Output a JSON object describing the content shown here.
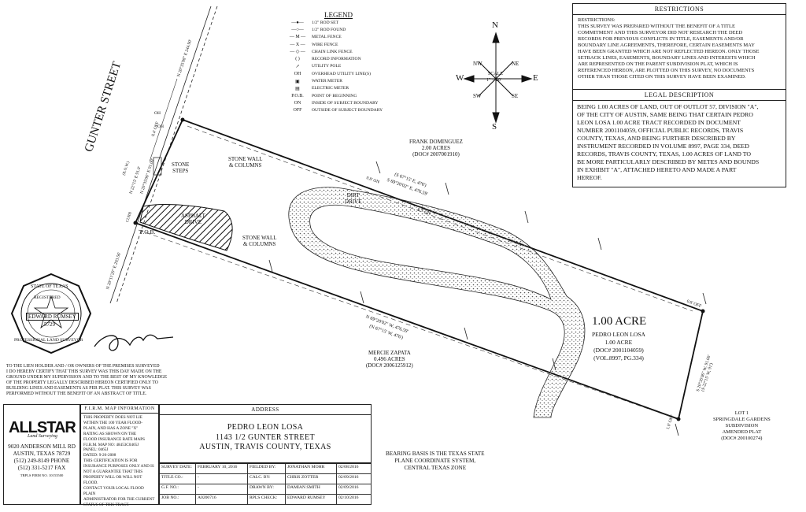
{
  "legend": {
    "title": "LEGEND",
    "items": [
      {
        "symbol": "—●—",
        "text": "1/2\" ROD SET"
      },
      {
        "symbol": "—○—",
        "text": "1/2\" ROD FOUND"
      },
      {
        "symbol": "— M —",
        "text": "METAL FENCE"
      },
      {
        "symbol": "— X —",
        "text": "WIRE FENCE"
      },
      {
        "symbol": "— ◇ —",
        "text": "CHAIN LINK FENCE"
      },
      {
        "symbol": "( )",
        "text": "RECORD INFORMATION"
      },
      {
        "symbol": "↗",
        "text": "UTILITY POLE"
      },
      {
        "symbol": "OH",
        "text": "OVERHEAD UTILITY LINE(S)"
      },
      {
        "symbol": "▣",
        "text": "WATER METER"
      },
      {
        "symbol": "▤",
        "text": "ELECTRIC METER"
      },
      {
        "symbol": "P.O.B.",
        "text": "POINT OF BEGINNING"
      },
      {
        "symbol": "ON",
        "text": "INSIDE OF SUBJECT BOUNDARY"
      },
      {
        "symbol": "OFF",
        "text": "OUTSIDE OF SUBJECT BOUNDARY"
      }
    ]
  },
  "compass": {
    "n": "N",
    "s": "S",
    "e": "E",
    "w": "W",
    "ne": "NE",
    "nw": "NW",
    "se": "SE",
    "sw": "SW",
    "scale_label": "SCALE",
    "scale_value": "1\" = 20'"
  },
  "restrictions": {
    "title": "RESTRICTIONS",
    "lines": [
      "RESTRICTIONS:",
      "THIS SURVEY WAS PREPARED WITHOUT THE BENEFIT OF A TITLE",
      "COMMITMENT AND THIS SURVEYOR DID NOT RESEARCH THE DEED",
      "RECORDS FOR PREVIOUS CONFLICTS IN TITLE, EASEMENTS AND/OR",
      "BOUNDARY LINE AGREEMENTS, THEREFORE, CERTAIN EASEMENTS MAY",
      "HAVE BEEN GRANTED WHICH ARE NOT REFLECTED HEREON.  ONLY THOSE",
      "SETBACK LINES, EASEMENTS, BOUNDARY LINES AND INTERESTS WHICH",
      "ARE REPRESENTED ON THE PARENT SUBDIVISION PLAT, WHICH IS",
      "REFERENCED HEREON, ARE PLOTTED ON THIS SURVEY, NO DOCUMENTS",
      "OTHER THAN THOSE CITED ON THIS SURVEY HAVE BEEN EXAMINED."
    ]
  },
  "legal": {
    "title": "LEGAL DESCRIPTION",
    "lines": [
      "BEING 1.00 ACRES OF LAND, OUT OF OUTLOT 57, DIVISION \"A\",",
      "OF THE CITY OF AUSTIN, SAME BEING THAT CERTAIN PEDRO",
      "LEON LOSA 1.00 ACRE TRACT RECORDED IN DOCUMENT",
      "NUMBER 2001104059, OFFICIAL PUBLIC RECORDS, TRAVIS",
      "COUNTY, TEXAS, AND BEING FURTHER DESCRIBED BY",
      "INSTRUMENT RECORDED IN VOLUME 8997, PAGE 334, DEED",
      "RECORDS, TRAVIS COUNTY, TEXAS, 1.00 ACRES OF LAND TO",
      "BE MORE PARTICULARLY DESCRIBED BY METES AND BOUNDS",
      "IN EXHIBIT \"A\", ATTACHED HERETO AND MADE A PART",
      "HEREOF."
    ]
  },
  "map": {
    "street": "GUNTER STREET",
    "row": "(R.O.W.)",
    "brg_top": "N 20°35'08\" E 244.90'",
    "brg_left1": "N 22°15' E 91.0'",
    "brg_left2": "N 20°35'06\" E 91.00'",
    "brg_low": "N 20°11'29\" E 203.56'",
    "curb": "CURB",
    "pob": "P.O.B.",
    "stone_steps": [
      "STONE",
      "STEPS"
    ],
    "asphalt": [
      "ASPHALT",
      "DRIVE"
    ],
    "stone_wall_top": [
      "STONE WALL",
      "& COLUMNS"
    ],
    "stone_wall_mid": [
      "STONE WALL",
      "& COLUMNS"
    ],
    "dirt_drive": [
      "DIRT",
      "DRIVE"
    ],
    "north_brg1": "(S 67°15' E, 476')",
    "north_brg2": "S 69°20'02\" E, 476.59'",
    "south_brg1": "N 69°20'02\" W, 476.59'",
    "south_brg2": "(N 67°15' W, 476')",
    "frank": [
      "FRANK DOMINGUEZ",
      "2.00 ACRES",
      "(DOC# 2007001910)"
    ],
    "mercie": [
      "MERCIE ZAPATA",
      "0.496 ACRES",
      "(DOC# 2006125912)"
    ],
    "acre_big": "1.00 ACRE",
    "acre_info": [
      "PEDRO LEON LOSA",
      "1.00 ACRE",
      "(DOC# 2001104059)",
      "(VOL.8997, PG.334)"
    ],
    "lot": [
      "LOT 1",
      "SPRINGDALE GARDENS",
      "SUBDIVISION",
      "AMENDED PLAT",
      "(DOC# 200100274)"
    ],
    "right_brg1": "S 20°35'06\" W, 91.00'",
    "right_brg2": "(S 22°15' W, 91')",
    "off_labels": [
      "0.5' ON",
      "0.8' ON",
      "1.0' ON",
      "0.8' OFF",
      "0.4' OFF",
      "1.0' OFF",
      "OH",
      "OH"
    ],
    "bearing_basis": [
      "BEARING BASIS IS THE TEXAS STATE",
      "PLANE COORDINATE SYSTEM,",
      "CENTRAL TEXAS ZONE"
    ]
  },
  "seal": {
    "top": "STATE OF TEXAS",
    "registered": "REGISTERED",
    "name": "EDWARD RUMSEY",
    "number": "5729",
    "bottom": "PROFESSIONAL LAND SURVEYOR"
  },
  "cert": [
    "TO THE LIEN HOLDER AND / OR OWNERS OF THE PREMISES SURVEYED",
    "I DO HEREBY CERTIFY THAT THIS SURVEY WAS THIS DAY MADE ON THE",
    "GROUND UNDER MY SUPERVISION AND TO THE BEST OF MY KNOWLEDGE",
    "OF THE PROPERTY LEGALLY DESCRIBED HEREON CERTIFIED ONLY TO",
    "BUILDING LINES AND EASEMENTS AS PER PLAT. THIS SURVEY WAS",
    "PERFORMED WITHOUT THE BENEFIT OF AN ABSTRACT OF TITLE."
  ],
  "company": {
    "brand": "ALLSTAR",
    "sub": "Land Surveying",
    "lines": [
      "9020 ANDERSON MILL RD",
      "AUSTIN, TEXAS 78729",
      "(512) 249-8149 PHONE",
      "(512) 331-5217 FAX"
    ],
    "firm": "TBPLS FIRM NO. 10153500"
  },
  "firm": {
    "title": "F.I.R.M. MAP INFORMATION",
    "lines": [
      "THIS PROPERTY DOES NOT LIE",
      "WITHIN THE 100 YEAR FLOOD-",
      "PLAIN, AND HAS A ZONE \"X\"",
      "RATING AS SHOWN ON THE",
      "FLOOD INSURANCE RATE MAPS",
      "F.I.R.M. MAP NO:  48453C0465J",
      "PANEL:   0465J",
      "DATED:   9-26-2008",
      "THIS CERTIFICATION IS FOR",
      "INSURANCE PURPOSES ONLY AND IS",
      "NOT A GUARANTEE THAT THIS",
      "PROPERTY WILL OR WILL NOT FLOOD.",
      "CONTACT YOUR LOCAL FLOOD PLAIN",
      "ADMINISTRATOR FOR THE CURRENT",
      "STATUS OF THIS TRACT."
    ]
  },
  "address": {
    "title": "ADDRESS",
    "lines": [
      "PEDRO LEON LOSA",
      "1143 1/2 GUNTER STREET",
      "AUSTIN, TRAVIS COUNTY, TEXAS"
    ]
  },
  "titleblock": [
    [
      "SURVEY DATE:",
      "FEBRUARY 10, 2016",
      "FIELDED BY:",
      "JONATHAN MOHR",
      "02/08/2016"
    ],
    [
      "TITLE CO.:",
      "-",
      "CALC. BY:",
      "CHRIS ZOTTER",
      "02/09/2016"
    ],
    [
      "G.F. NO.:",
      "-",
      "DRAWN BY:",
      "DAMIAN SMITH",
      "02/09/2016"
    ],
    [
      "JOB NO.:",
      "A0200716",
      "RPLS CHECK:",
      "EDWARD RUMSEY",
      "02/10/2016"
    ]
  ]
}
